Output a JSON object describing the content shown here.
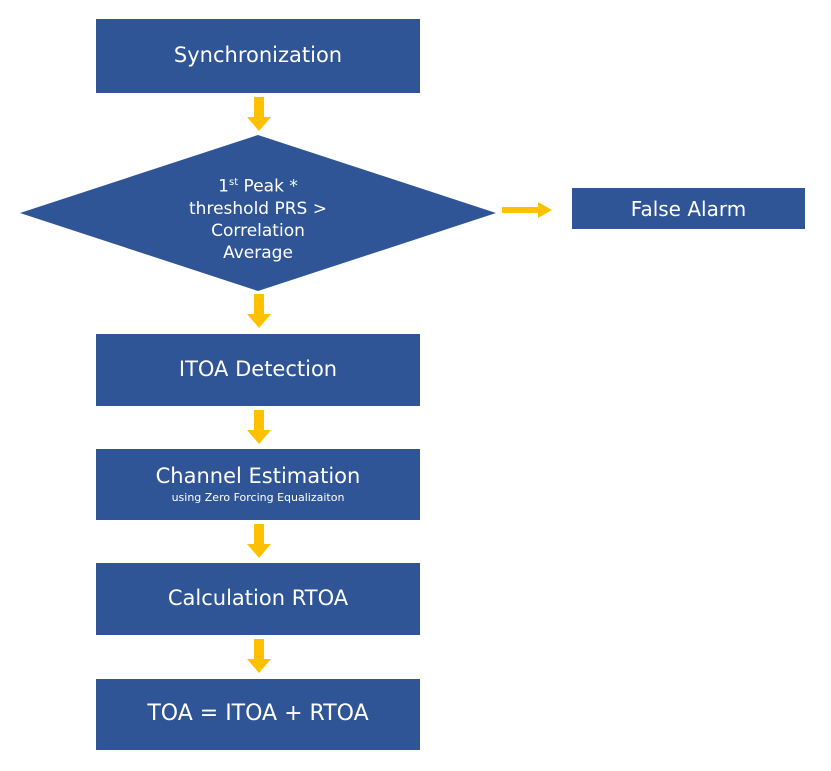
{
  "boxes": {
    "sync": "Synchronization",
    "itoa": "ITOA Detection",
    "channel_main": "Channel Estimation",
    "channel_sub": "using Zero Forcing Equalizaiton",
    "calc": "Calculation RTOA",
    "toa": "TOA = ITOA + RTOA",
    "false_alarm": "False Alarm"
  },
  "decision": {
    "line1_pre": "1",
    "line1_sup": "st",
    "line1_post": " Peak *",
    "line2": "threshold PRS >",
    "line3": "Correlation",
    "line4": "Average"
  },
  "colors": {
    "box": "#2f5597",
    "arrow": "#ffc000",
    "text": "#ffffff"
  }
}
